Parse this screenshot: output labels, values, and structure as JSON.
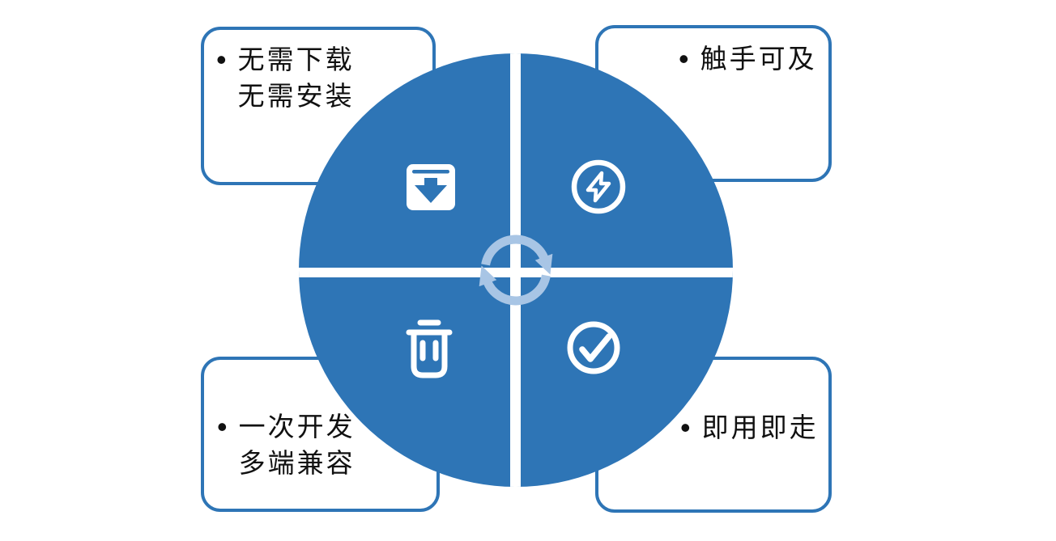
{
  "diagram": {
    "colors": {
      "accent": "#2e75b6",
      "light-accent": "#a8c5e5",
      "text": "#111111",
      "background": "#ffffff"
    },
    "boxes": [
      {
        "position": "top-left",
        "bullet": "•",
        "lines": [
          "无需下载",
          "无需安装"
        ]
      },
      {
        "position": "top-right",
        "bullet": "•",
        "lines": [
          "触手可及"
        ]
      },
      {
        "position": "bottom-left",
        "bullet": "•",
        "lines": [
          "一次开发",
          "多端兼容"
        ]
      },
      {
        "position": "bottom-right",
        "bullet": "•",
        "lines": [
          "即用即走"
        ]
      }
    ],
    "quadrants": [
      {
        "position": "top-left",
        "icon": "download-tray-icon"
      },
      {
        "position": "top-right",
        "icon": "lightning-circle-icon"
      },
      {
        "position": "bottom-left",
        "icon": "trash-icon"
      },
      {
        "position": "bottom-right",
        "icon": "check-circle-icon"
      }
    ],
    "center_icon": "refresh-cycle-icon"
  }
}
